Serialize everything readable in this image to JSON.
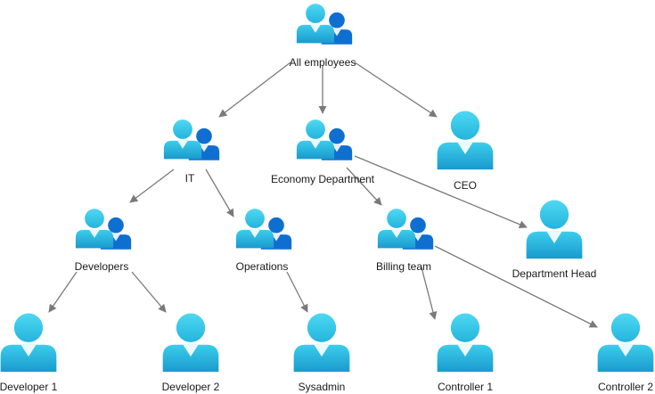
{
  "colors": {
    "person_light": "#3FD0EE",
    "person_mid": "#2AB8DC",
    "person_dark": "#1594C8",
    "second_person": "#0F6FD0",
    "second_person_dark": "#0A58B8",
    "arrow": "#7a7a7a",
    "text": "#1a1a1a"
  },
  "nodes": {
    "all_employees": {
      "label": "All employees",
      "icon": "group-icon"
    },
    "it": {
      "label": "IT",
      "icon": "group-icon"
    },
    "economy_department": {
      "label": "Economy Department",
      "icon": "group-icon"
    },
    "ceo": {
      "label": "CEO",
      "icon": "person-icon"
    },
    "developers": {
      "label": "Developers",
      "icon": "group-icon"
    },
    "operations": {
      "label": "Operations",
      "icon": "group-icon"
    },
    "billing_team": {
      "label": "Billing team",
      "icon": "group-icon"
    },
    "department_head": {
      "label": "Department Head",
      "icon": "person-icon"
    },
    "developer_1": {
      "label": "Developer 1",
      "icon": "person-icon"
    },
    "developer_2": {
      "label": "Developer 2",
      "icon": "person-icon"
    },
    "sysadmin": {
      "label": "Sysadmin",
      "icon": "person-icon"
    },
    "controller_1": {
      "label": "Controller 1",
      "icon": "person-icon"
    },
    "controller_2": {
      "label": "Controller 2",
      "icon": "person-icon"
    }
  },
  "edges": [
    {
      "from": "all_employees",
      "to": "it"
    },
    {
      "from": "all_employees",
      "to": "economy_department"
    },
    {
      "from": "all_employees",
      "to": "ceo"
    },
    {
      "from": "it",
      "to": "developers"
    },
    {
      "from": "it",
      "to": "operations"
    },
    {
      "from": "economy_department",
      "to": "billing_team"
    },
    {
      "from": "economy_department",
      "to": "department_head"
    },
    {
      "from": "developers",
      "to": "developer_1"
    },
    {
      "from": "developers",
      "to": "developer_2"
    },
    {
      "from": "operations",
      "to": "sysadmin"
    },
    {
      "from": "billing_team",
      "to": "controller_1"
    },
    {
      "from": "billing_team",
      "to": "controller_2"
    }
  ]
}
